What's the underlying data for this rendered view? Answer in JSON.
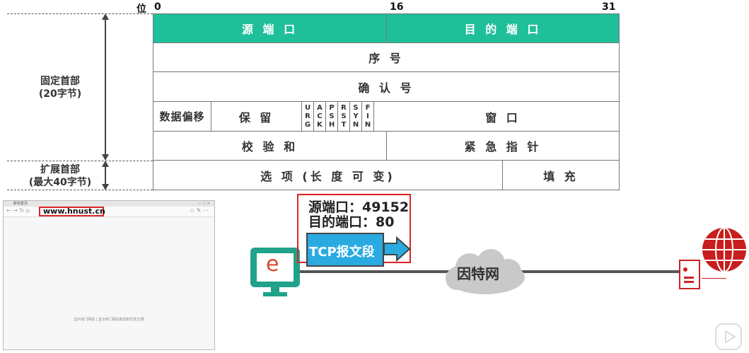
{
  "bits": {
    "b0_prefix": "位",
    "b0": "0",
    "b16": "16",
    "b31": "31"
  },
  "side_labels": {
    "fixed_header": "固定首部",
    "fixed_size": "(20字节)",
    "ext_header": "扩展首部",
    "ext_size": "(最大40字节)"
  },
  "header_fields": {
    "src_port": "源 端 口",
    "dst_port": "目 的 端 口",
    "seq": "序 号",
    "ack": "确 认 号",
    "data_offset": "数据偏移",
    "reserved": "保 留",
    "flags": [
      [
        "U",
        "R",
        "G"
      ],
      [
        "A",
        "C",
        "K"
      ],
      [
        "P",
        "S",
        "H"
      ],
      [
        "R",
        "S",
        "T"
      ],
      [
        "S",
        "Y",
        "N"
      ],
      [
        "F",
        "I",
        "N"
      ]
    ],
    "window": "窗 口",
    "checksum": "校 验 和",
    "urgent": "紧 急 指 针",
    "options": "选 项 (长 度 可 变)",
    "padding": "填 充"
  },
  "browser": {
    "tab_text": "新标签页",
    "url": "www.hnust.cn",
    "links_text": "显示热门网站 | 显示热门网站和您的历史记录"
  },
  "packet_info": {
    "src_line": "源端口：49152",
    "dst_line": "目的端口：80",
    "segment_label": "TCP报文段"
  },
  "network": {
    "cloud_label": "因特网"
  },
  "client_icon_letter": "e",
  "colors": {
    "header_green": "#1ebf99",
    "highlight_red": "#d22222",
    "segment_blue": "#29abe2",
    "client_green": "#20a38a"
  }
}
